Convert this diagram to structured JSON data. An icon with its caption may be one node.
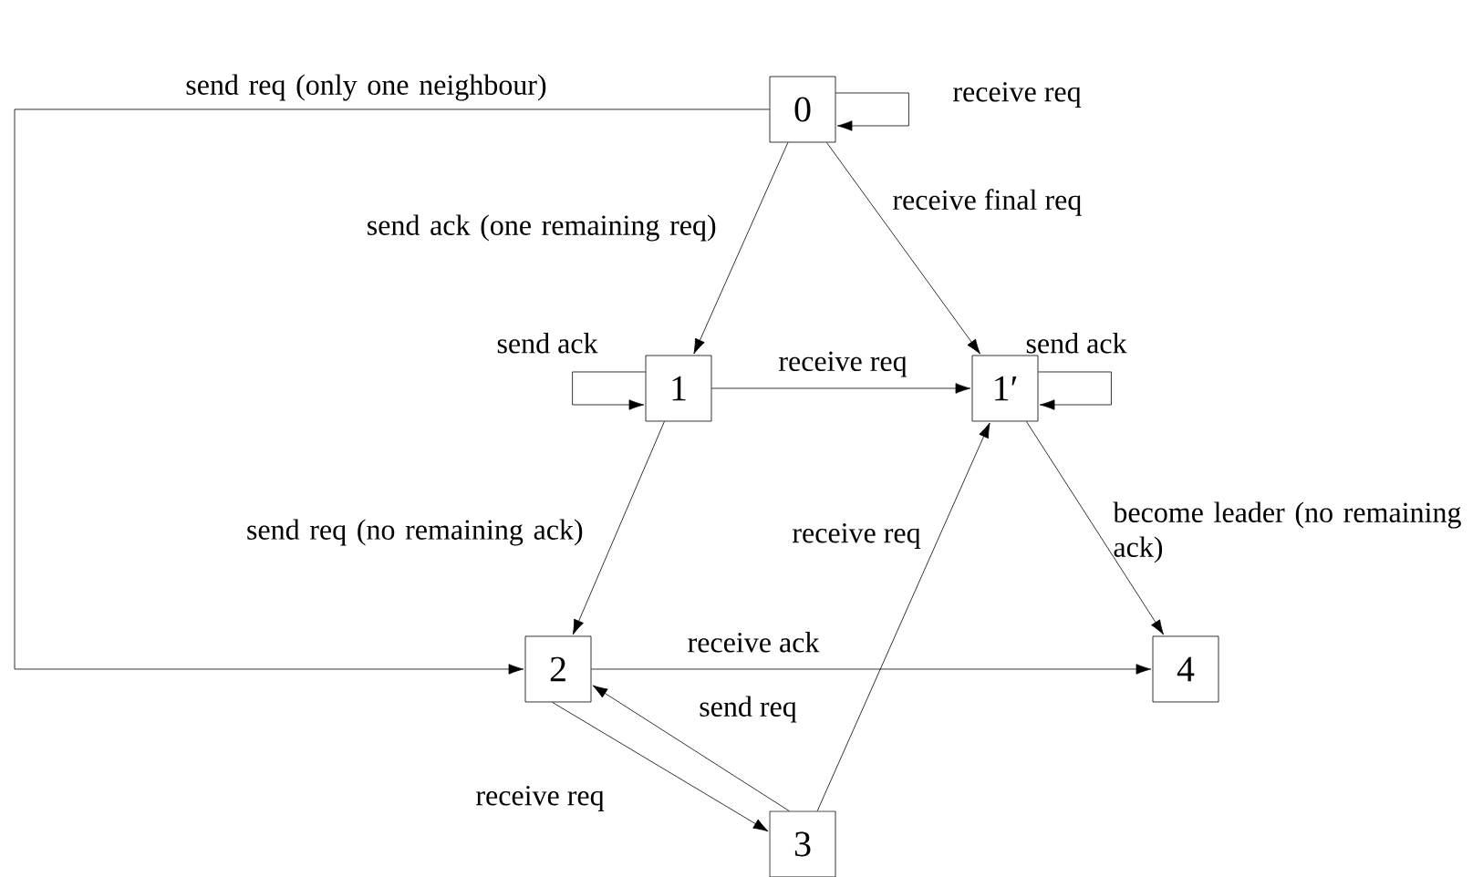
{
  "diagram": {
    "nodes": [
      {
        "text": [
          "0"
        ]
      },
      {
        "text": [
          "1"
        ]
      },
      {
        "text": [
          "1′"
        ]
      },
      {
        "text": [
          "2"
        ]
      },
      {
        "text": [
          "3"
        ]
      },
      {
        "text": [
          "4"
        ]
      }
    ],
    "edges": [
      {
        "from": 0,
        "to": 0,
        "arrow": "to",
        "label": "receive req"
      },
      {
        "from": 0,
        "to": 1,
        "arrow": "to",
        "label": "send ack (one remaining req)"
      },
      {
        "from": 0,
        "to": 2,
        "arrow": "to",
        "label": "receive final req"
      },
      {
        "from": 0,
        "to": 3,
        "arrow": "to",
        "label": "send req (only one neighbour)"
      },
      {
        "from": 1,
        "to": 1,
        "arrow": "to",
        "label": "send ack"
      },
      {
        "from": 1,
        "to": 2,
        "arrow": "to",
        "label": "receive req"
      },
      {
        "from": 2,
        "to": 2,
        "arrow": "to",
        "label": "send ack"
      },
      {
        "from": 1,
        "to": 3,
        "arrow": "to",
        "label": "send req (no remaining ack)"
      },
      {
        "from": 2,
        "to": 5,
        "arrow": "to",
        "label": "become leader (no remaining ack)"
      },
      {
        "from": 3,
        "to": 5,
        "arrow": "to",
        "label": "receive ack"
      },
      {
        "from": 4,
        "to": 3,
        "arrow": "to",
        "label": "send req"
      },
      {
        "from": 3,
        "to": 4,
        "arrow": "to",
        "label": "receive req"
      },
      {
        "from": 4,
        "to": 2,
        "arrow": "to",
        "label": "receive req"
      }
    ]
  }
}
